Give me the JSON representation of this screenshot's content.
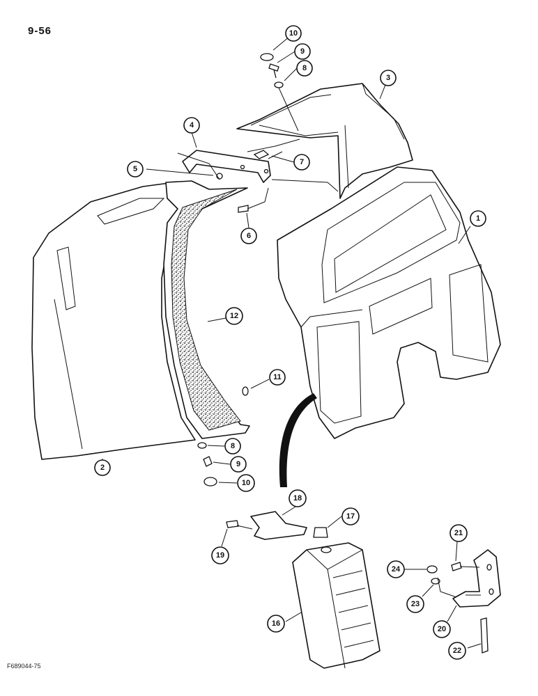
{
  "page_number": "9-56",
  "figure_code": "F689044-75",
  "callouts": [
    "1",
    "2",
    "3",
    "4",
    "5",
    "6",
    "7",
    "8",
    "9",
    "10",
    "11",
    "12",
    "16",
    "17",
    "18",
    "19",
    "20",
    "21",
    "22",
    "23",
    "24"
  ]
}
